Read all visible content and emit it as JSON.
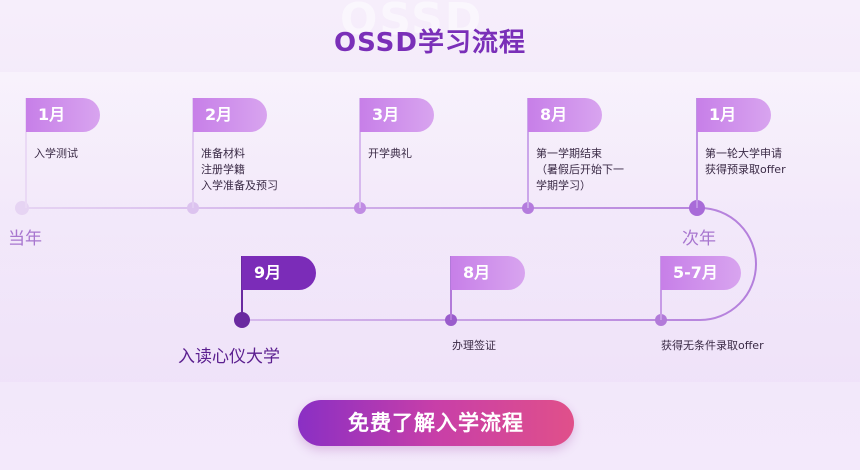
{
  "header": {
    "bg_word": "OSSD",
    "title": "OSSD学习流程"
  },
  "top_steps": [
    {
      "month": "1月",
      "desc": "入学测试"
    },
    {
      "month": "2月",
      "desc": "准备材料\n注册学籍\n入学准备及预习"
    },
    {
      "month": "3月",
      "desc": "开学典礼"
    },
    {
      "month": "8月",
      "desc": "第一学期结束\n（暑假后开始下一\n学期学习）"
    },
    {
      "month": "1月",
      "desc": "第一轮大学申请\n获得预录取offer"
    }
  ],
  "bottom_steps": [
    {
      "month": "9月",
      "desc": "入读心仪大学"
    },
    {
      "month": "8月",
      "desc": "办理签证"
    },
    {
      "month": "5-7月",
      "desc": "获得无条件录取offer"
    }
  ],
  "labels": {
    "this_year": "当年",
    "next_year": "次年"
  },
  "cta": {
    "label": "免费了解入学流程"
  },
  "colors": {
    "accent": "#7b2cb8",
    "flag_light": "#c98ce8",
    "line": "#c79be6"
  }
}
